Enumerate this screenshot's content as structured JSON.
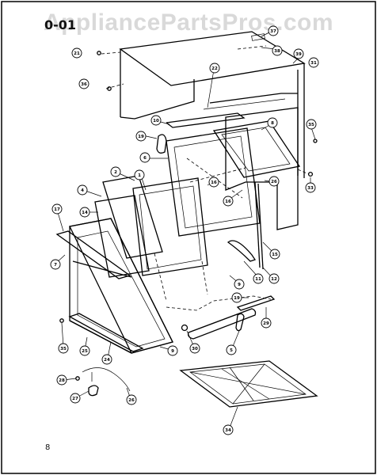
{
  "watermark": "AppliancePartsPros.com",
  "section_label": "0-01",
  "page_number": "8",
  "callouts": [
    "1",
    "2",
    "4",
    "5",
    "6",
    "7",
    "8",
    "9",
    "10",
    "11",
    "12",
    "14",
    "15",
    "16",
    "17",
    "19",
    "20",
    "21",
    "22",
    "24",
    "25",
    "26",
    "27",
    "28",
    "29",
    "30",
    "31",
    "33",
    "34",
    "35",
    "36",
    "37",
    "38",
    "39"
  ]
}
